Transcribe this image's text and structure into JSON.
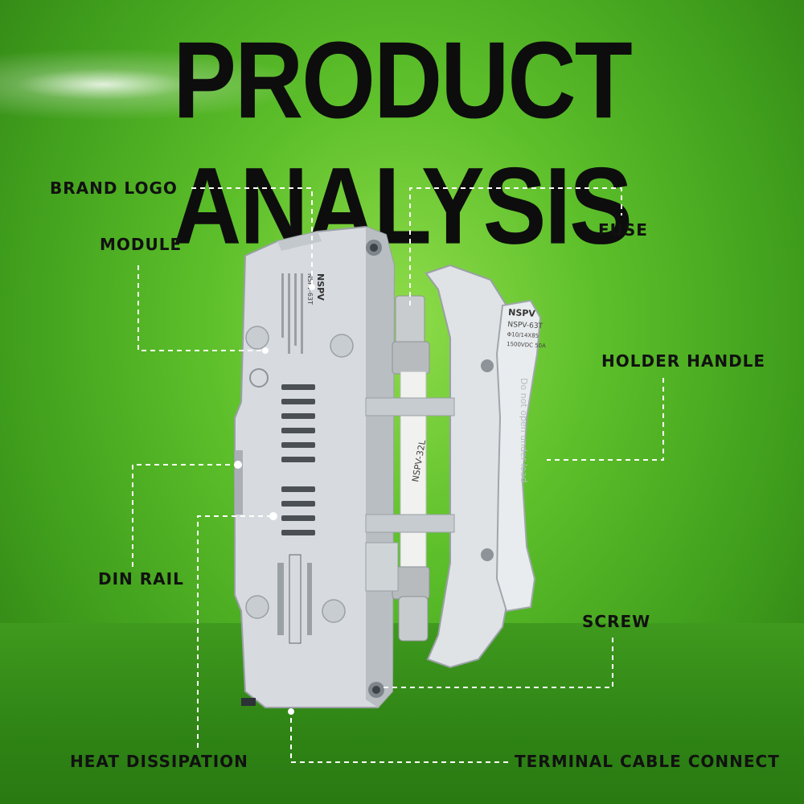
{
  "title": "PRODUCT ANALYSIS",
  "labels": {
    "brand_logo": "BRAND LOGO",
    "module": "MODULE",
    "fuse": "FUSE",
    "holder_handle": "HOLDER HANDLE",
    "din_rail": "DIN RAIL",
    "screw": "SCREW",
    "heat_dissipation": "HEAT DISSIPATION",
    "terminal_cable_connect": "TERMINAL CABLE CONNECT"
  },
  "product": {
    "brand": "NSPV",
    "model": "NSPV-63T",
    "handle_rating_1": "Φ10/14X85",
    "handle_rating_2": "1500VDC 50A",
    "handle_warning": "Do not open under load",
    "fuse_marking": "NSPV-32L"
  },
  "colors": {
    "background": "#5cbf2a",
    "housing": "#d9dde0",
    "text": "#111111"
  }
}
